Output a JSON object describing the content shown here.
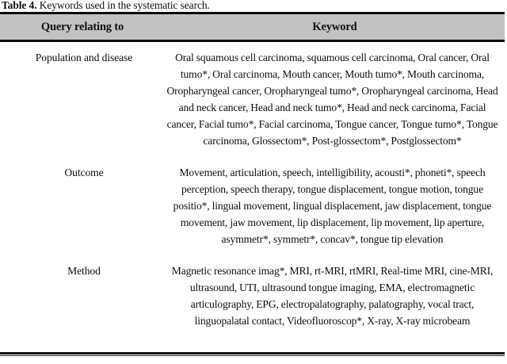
{
  "caption": {
    "label": "Table 4.",
    "text": " Keywords used in the systematic search."
  },
  "table": {
    "header_bg": "#c2c2c2",
    "rule_color": "#0a0a0a",
    "columns": [
      {
        "id": "query",
        "label": "Query relating to"
      },
      {
        "id": "keyword",
        "label": "Keyword"
      }
    ],
    "rows": [
      {
        "query": "Population and disease",
        "keyword": "Oral squamous cell carcinoma, squamous cell carcinoma, Oral cancer, Oral tumo*, Oral carcinoma, Mouth cancer, Mouth tumo*, Mouth carcinoma, Oropharyngeal cancer, Oropharyngeal tumo*, Oropharyngeal carcinoma, Head and neck cancer, Head and neck tumo*, Head and neck carcinoma, Facial cancer, Facial tumo*, Facial carcinoma, Tongue cancer, Tongue tumo*, Tongue carcinoma, Glossectom*, Post-glossectom*, Postglossectom*"
      },
      {
        "query": "Outcome",
        "keyword": "Movement, articulation, speech, intelligibility, acousti*, phoneti*, speech perception, speech therapy, tongue displacement, tongue motion, tongue positio*, lingual movement, lingual displacement, jaw displacement, tongue movement, jaw movement, lip displacement, lip movement, lip aperture, asymmetr*, symmetr*, concav*, tongue tip elevation"
      },
      {
        "query": "Method",
        "keyword": "Magnetic resonance imag*, MRI, rt-MRI, rtMRI, Real-time MRI, cine-MRI, ultrasound, UTI, ultrasound tongue imaging, EMA, electromagnetic articulography, EPG, electropalatography, palatography, vocal tract, linguopalatal contact, Videofluoroscop*, X-ray, X-ray microbeam"
      }
    ]
  }
}
